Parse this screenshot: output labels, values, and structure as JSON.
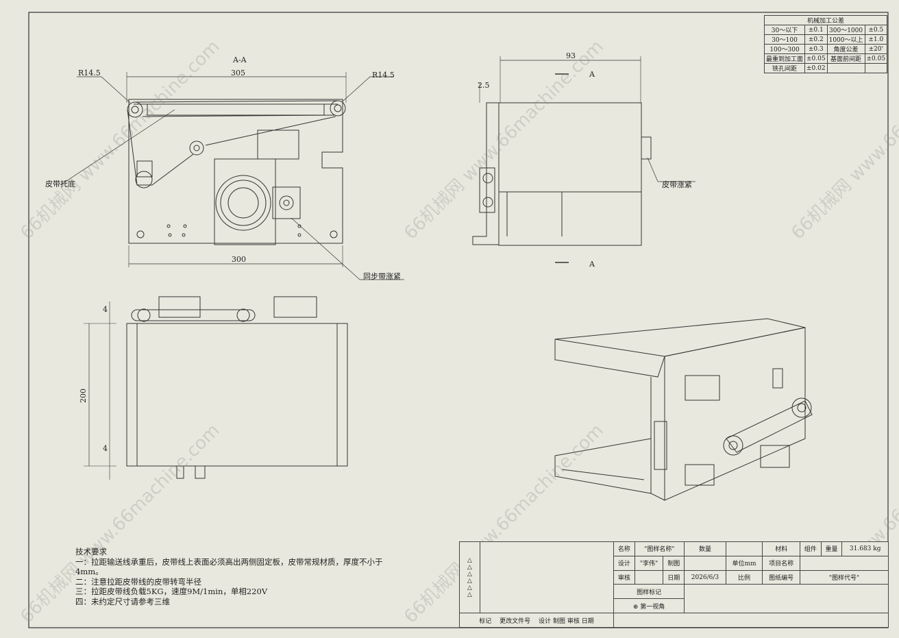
{
  "tolerance_table": {
    "title": "机械加工公差",
    "rows": [
      [
        "30～以下",
        "±0.1",
        "300～1000",
        "±0.5"
      ],
      [
        "30～100",
        "±0.2",
        "1000～以上",
        "±1.0"
      ],
      [
        "100～300",
        "±0.3",
        "角度公差",
        "±20'"
      ],
      [
        "最重到加工面",
        "±0.05",
        "基面前间距",
        "±0.05"
      ],
      [
        "铣孔间距",
        "±0.02",
        "",
        ""
      ]
    ]
  },
  "views": {
    "section_label": "A-A",
    "top_dim": "305",
    "bottom_dim": "300",
    "left_radius": "R14.5",
    "right_radius": "R14.5",
    "callout_left": "皮带托底",
    "callout_sync": "同步带涨紧",
    "callout_belt": "皮带涨紧",
    "side_dim_top": "93",
    "side_dim_left": "2.5",
    "arrow_label": "A",
    "height_dim": "200",
    "small_dim_top": "4",
    "small_dim_bottom": "4"
  },
  "notes": {
    "title": "技术要求",
    "lines": [
      "一：拉距输送线承重后，皮带线上表面必须高出两侧固定板，皮带常规材质，厚度不小于4mm。",
      "二：注意拉距皮带线的皮带转弯半径",
      "三：拉距皮带线负载5KG，速度9M/1min，单相220V",
      "四：未约定尺寸请参考三维"
    ]
  },
  "title_block": {
    "name_label": "名称",
    "name_value": "\"图样名称\"",
    "qty_label": "数量",
    "material_label": "材料",
    "material_value": "组件",
    "weight_label": "重量",
    "weight_value": "31.683",
    "weight_unit": "kg",
    "design_label": "设计",
    "design_value": "\"李伟\"",
    "draw_label": "制图",
    "unit_label": "单位",
    "unit_value": "mm",
    "project_label": "项目名称",
    "review_label": "审核",
    "date_label": "日期",
    "date_value": "2026/6/3",
    "scale_label": "比例",
    "drawing_no_label": "图纸编号",
    "drawing_no_value": "\"图样代号\"",
    "sheet_mark_label": "图样标记",
    "projection_label": "第一视角",
    "footer": [
      "标记",
      "更改文件号",
      "设计",
      "制图",
      "审核",
      "日期"
    ]
  },
  "watermark": "66机械网 www.66machine.com"
}
